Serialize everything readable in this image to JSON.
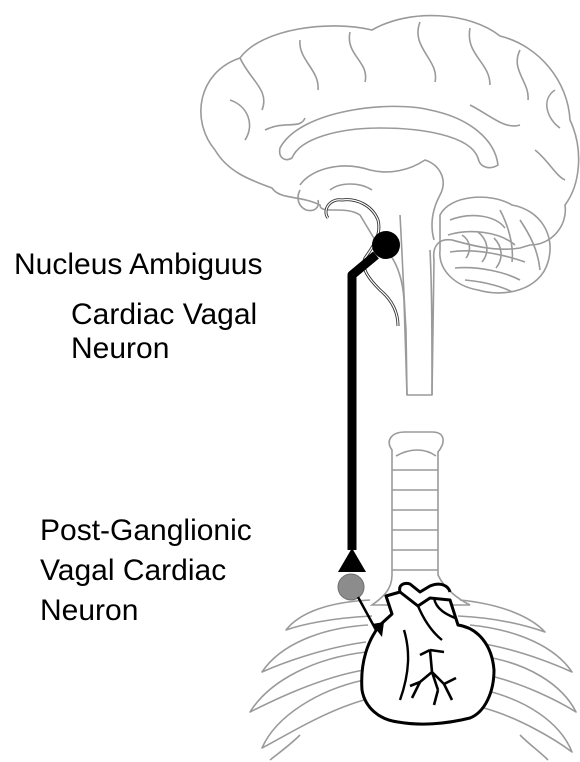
{
  "labels": {
    "nucleus_ambiguus": "Nucleus Ambiguus",
    "cardiac_vagal_line1": "Cardiac Vagal",
    "cardiac_vagal_line2": "Neuron",
    "post_ganglionic_line1": "Post-Ganglionic",
    "post_ganglionic_line2": "Vagal Cardiac",
    "post_ganglionic_line3": "Neuron"
  },
  "colors": {
    "outline": "#9a9a9a",
    "neuron": "#000000",
    "ganglion": "#8c8c8c",
    "heart": "#000000",
    "background": "#ffffff"
  }
}
